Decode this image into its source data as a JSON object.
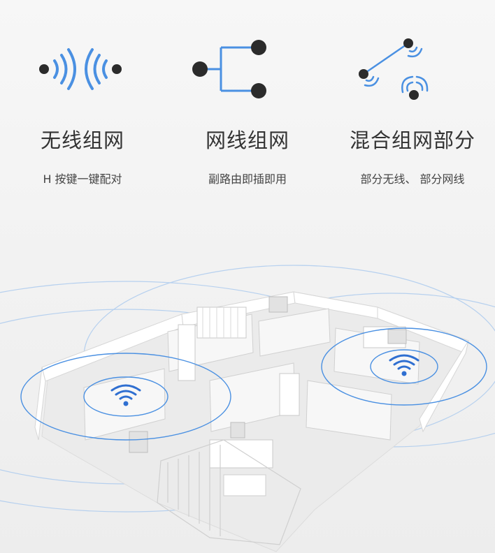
{
  "features": [
    {
      "title": "无线组网",
      "subtitle": "H 按键一键配对",
      "icon": "wireless-pair-icon"
    },
    {
      "title": "网线组网",
      "subtitle": "副路由即插即用",
      "icon": "wired-network-icon"
    },
    {
      "title": "混合组网部分",
      "subtitle": "部分无线、 部分网线",
      "icon": "hybrid-network-icon"
    }
  ],
  "colors": {
    "accent": "#4a90e2",
    "node": "#2b2b2b",
    "wall": "#ffffff",
    "floor": "#ececec"
  },
  "scene": {
    "icon": "wifi-icon",
    "description_icon": "floorplan-illustration"
  }
}
